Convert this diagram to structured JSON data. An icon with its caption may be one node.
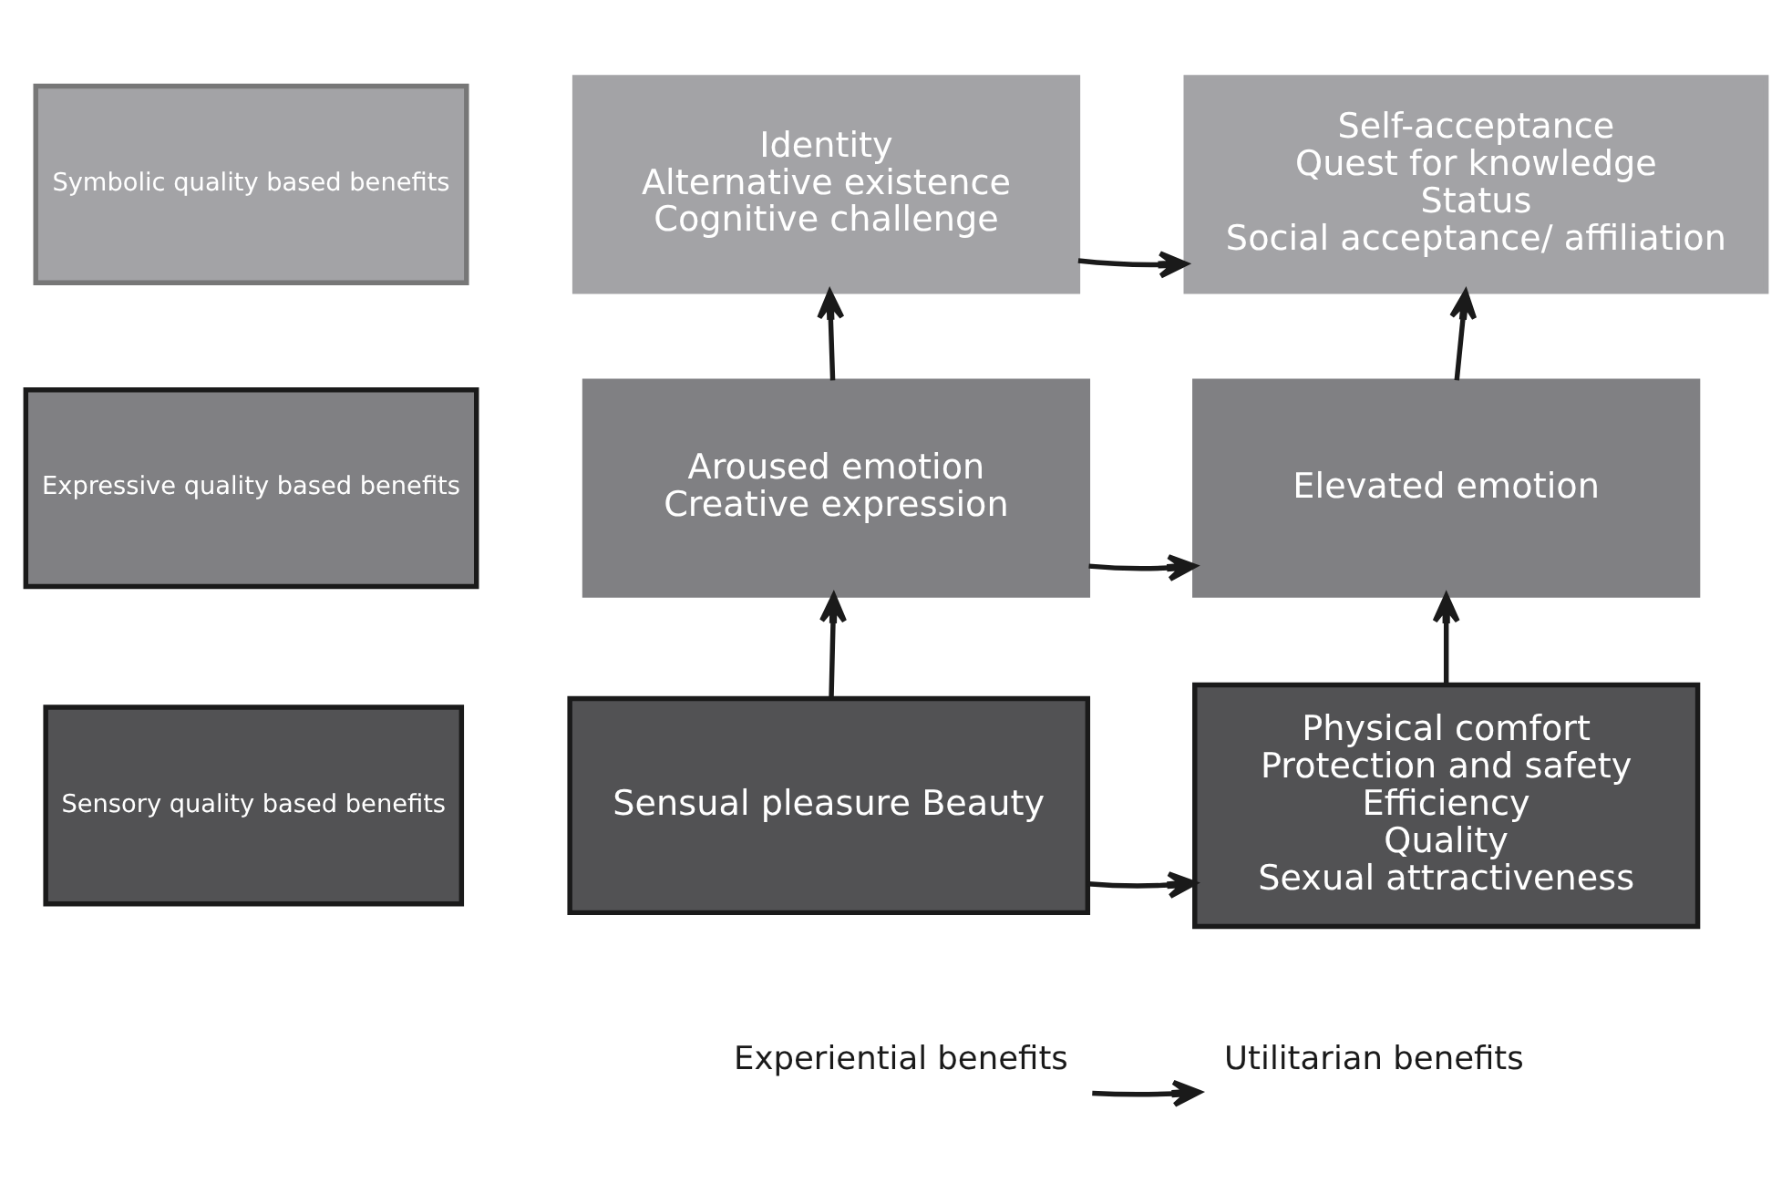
{
  "diagram": {
    "nodes": [
      {
        "text": [
          "Symbolic quality based benefits"
        ]
      },
      {
        "text": [
          "Identity",
          "Alternative existence",
          "Cognitive challenge"
        ]
      },
      {
        "text": [
          "Self-acceptance",
          "Quest for knowledge",
          "Status",
          "Social acceptance/ affiliation"
        ]
      },
      {
        "text": [
          "Expressive quality based benefits"
        ]
      },
      {
        "text": [
          "Aroused emotion",
          "Creative expression"
        ]
      },
      {
        "text": [
          "Elevated emotion"
        ]
      },
      {
        "text": [
          "Sensory quality based benefits"
        ]
      },
      {
        "text": [
          "Sensual pleasure Beauty"
        ]
      },
      {
        "text": [
          "Physical comfort",
          "Protection and safety",
          "Efficiency",
          "Quality",
          "Sexual attractiveness"
        ]
      },
      {
        "text": [
          "Experiential benefits"
        ]
      },
      {
        "text": [
          "Utilitarian benefits"
        ]
      }
    ],
    "edges": [
      {
        "from": 1,
        "to": 2,
        "arrow": "to"
      },
      {
        "from": 4,
        "to": 1,
        "arrow": "to"
      },
      {
        "from": 4,
        "to": 5,
        "arrow": "to"
      },
      {
        "from": 5,
        "to": 2,
        "arrow": "to"
      },
      {
        "from": 7,
        "to": 4,
        "arrow": "to"
      },
      {
        "from": 7,
        "to": 8,
        "arrow": "to"
      },
      {
        "from": 8,
        "to": 5,
        "arrow": "to"
      },
      {
        "from": 9,
        "to": 10,
        "arrow": "to"
      }
    ]
  }
}
